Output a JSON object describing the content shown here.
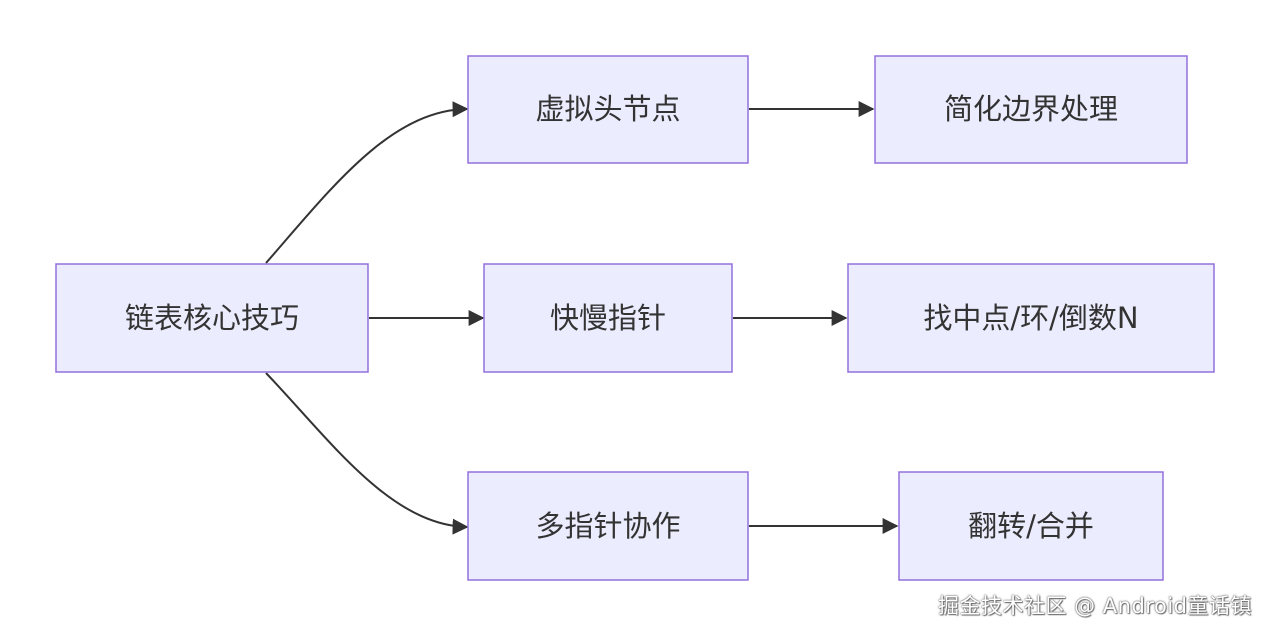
{
  "diagram": {
    "nodes": {
      "root": "链表核心技巧",
      "dummy": "虚拟头节点",
      "dummy_result": "简化边界处理",
      "fast_slow": "快慢指针",
      "fast_slow_result": "找中点/环/倒数N",
      "multi": "多指针协作",
      "multi_result": "翻转/合并"
    }
  },
  "colors": {
    "node_fill": "#ECECFF",
    "node_border": "#9370DB",
    "edge": "#333333",
    "text": "#333333"
  },
  "watermark": "掘金技术社区 @ Android童话镇"
}
